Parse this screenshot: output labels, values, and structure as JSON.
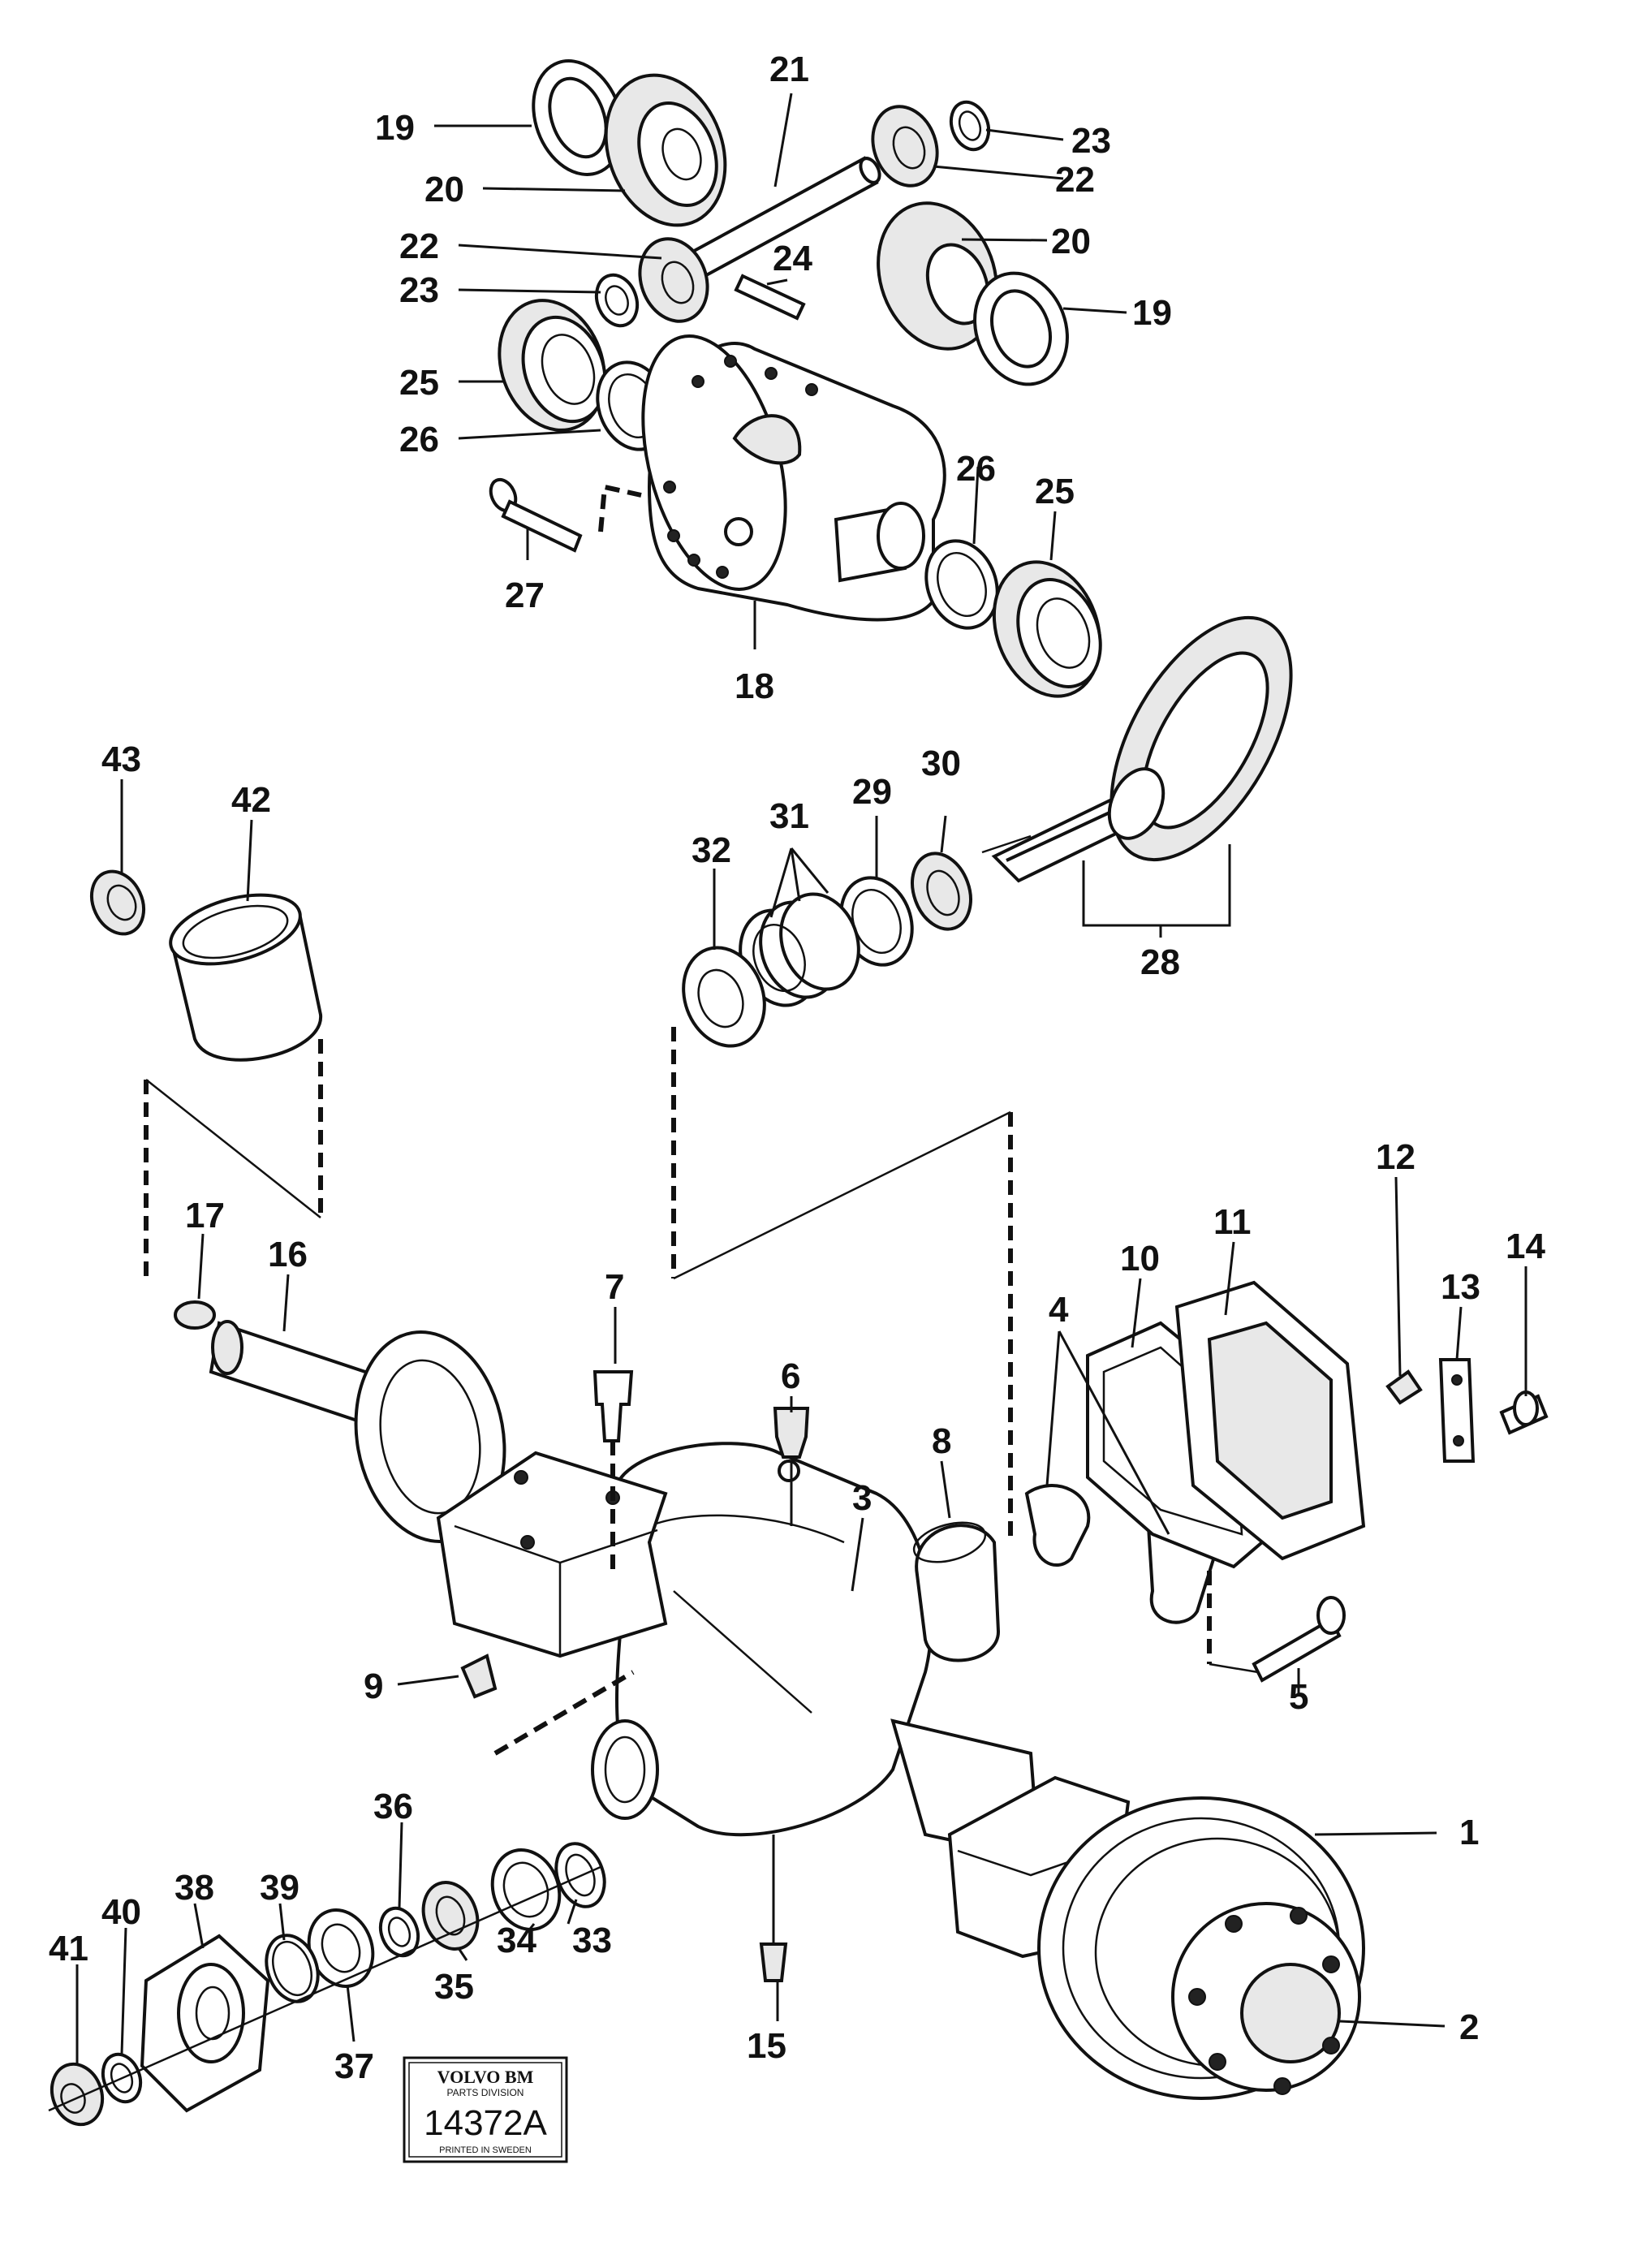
{
  "labels": {
    "c1": "1",
    "c2": "2",
    "c3": "3",
    "c4": "4",
    "c5": "5",
    "c6": "6",
    "c7": "7",
    "c8": "8",
    "c9": "9",
    "c10": "10",
    "c11": "11",
    "c12": "12",
    "c13": "13",
    "c14": "14",
    "c15": "15",
    "c16": "16",
    "c17": "17",
    "c18": "18",
    "c19a": "19",
    "c19b": "19",
    "c20a": "20",
    "c20b": "20",
    "c21": "21",
    "c22a": "22",
    "c22b": "22",
    "c23a": "23",
    "c23b": "23",
    "c24": "24",
    "c25a": "25",
    "c25b": "25",
    "c26a": "26",
    "c26b": "26",
    "c27": "27",
    "c28": "28",
    "c29": "29",
    "c30": "30",
    "c31": "31",
    "c32": "32",
    "c33": "33",
    "c34": "34",
    "c35": "35",
    "c36": "36",
    "c37": "37",
    "c38": "38",
    "c39": "39",
    "c40": "40",
    "c41": "41",
    "c42": "42",
    "c43": "43"
  },
  "stamp": {
    "brand": "VOLVO BM",
    "division": "PARTS DIVISION",
    "number": "14372A",
    "printed": "PRINTED IN SWEDEN"
  }
}
